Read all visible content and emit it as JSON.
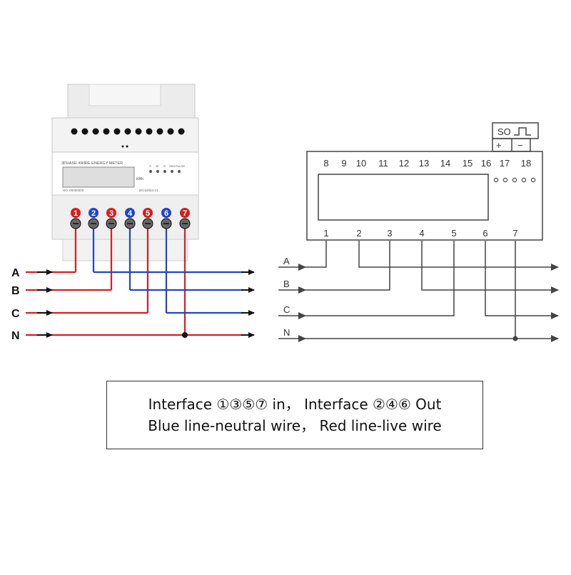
{
  "meter": {
    "panel_title": "3PHASE  4WIRE  ENERGY METER",
    "kwh_unit": "kWh",
    "indicator_labels": [
      "A",
      "B",
      "C",
      "SEN",
      "PULSE"
    ],
    "serial": "NO. 00000000",
    "standard": "IEC62053-21"
  },
  "left_wiring": {
    "phase_labels": [
      "A",
      "B",
      "C",
      "N"
    ],
    "terminals": [
      {
        "number": "1",
        "color": "#d61f1f"
      },
      {
        "number": "2",
        "color": "#2046c8"
      },
      {
        "number": "3",
        "color": "#d61f1f"
      },
      {
        "number": "4",
        "color": "#2046c8"
      },
      {
        "number": "5",
        "color": "#d61f1f"
      },
      {
        "number": "6",
        "color": "#2046c8"
      },
      {
        "number": "7",
        "color": "#d61f1f"
      }
    ]
  },
  "schematic": {
    "top_terminals": [
      "8",
      "9",
      "10",
      "11",
      "12",
      "13",
      "14",
      "15",
      "16",
      "17",
      "18"
    ],
    "bottom_terminals": [
      "1",
      "2",
      "3",
      "4",
      "5",
      "6",
      "7"
    ],
    "so_label": "SO",
    "plus": "+",
    "minus": "−",
    "phase_labels": [
      "A",
      "B",
      "C",
      "N"
    ]
  },
  "note": {
    "line1": "Interface  ①③⑤⑦  in，  Interface ②④⑥ Out",
    "line2": "Blue line-neutral wire，  Red line-live wire"
  },
  "colors": {
    "live": "#d61f1f",
    "neutral": "#2046c8"
  }
}
